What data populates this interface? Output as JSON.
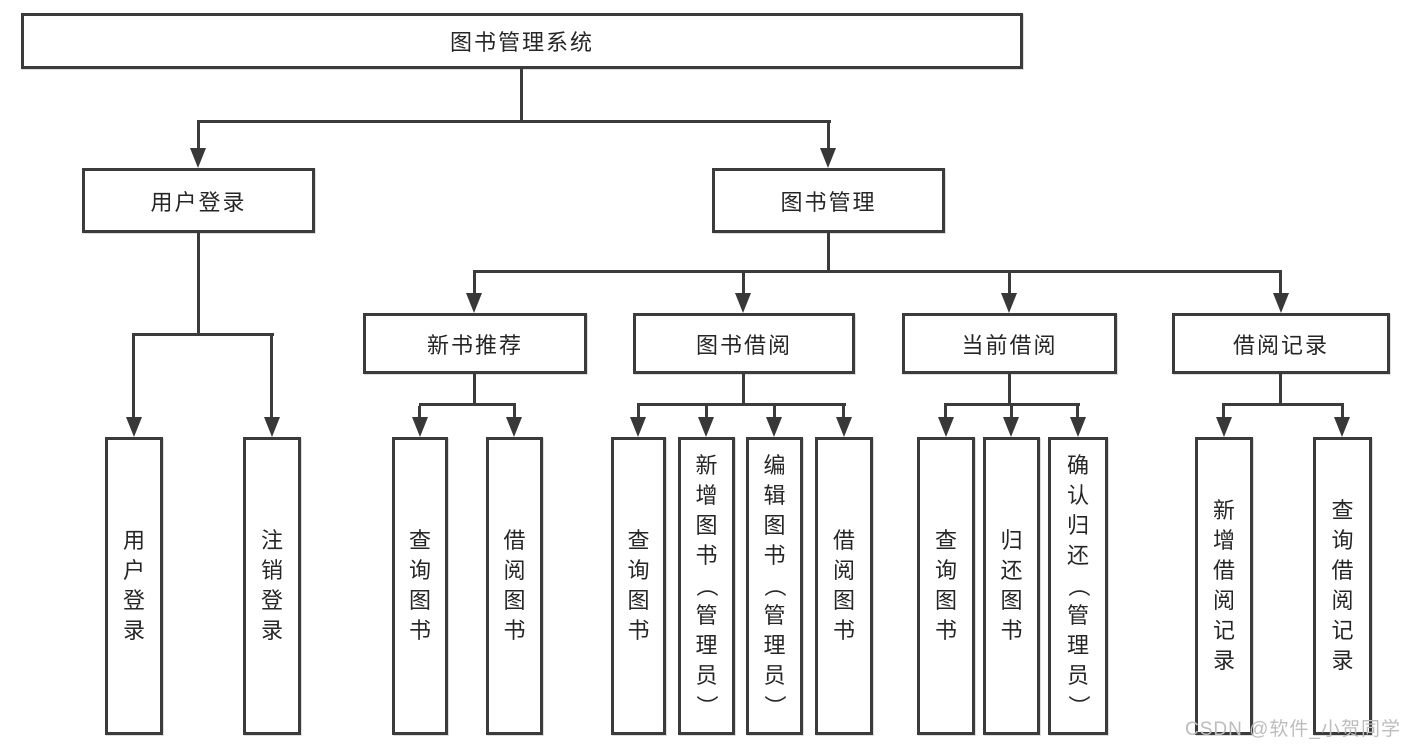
{
  "tree": {
    "label": "图书管理系统",
    "children": [
      {
        "label": "用户登录",
        "children": [
          {
            "label": "用户登录"
          },
          {
            "label": "注销登录"
          }
        ]
      },
      {
        "label": "图书管理",
        "children": [
          {
            "label": "新书推荐",
            "children": [
              {
                "label": "查询图书"
              },
              {
                "label": "借阅图书"
              }
            ]
          },
          {
            "label": "图书借阅",
            "children": [
              {
                "label": "查询图书"
              },
              {
                "label": "新增图书（管理员）"
              },
              {
                "label": "编辑图书（管理员）"
              },
              {
                "label": "借阅图书"
              }
            ]
          },
          {
            "label": "当前借阅",
            "children": [
              {
                "label": "查询图书"
              },
              {
                "label": "归还图书"
              },
              {
                "label": "确认归还（管理员）"
              }
            ]
          },
          {
            "label": "借阅记录",
            "children": [
              {
                "label": "新增借阅记录"
              },
              {
                "label": "查询借阅记录"
              }
            ]
          }
        ]
      }
    ]
  },
  "watermark": {
    "text": "CSDN @软件_小贺同学"
  },
  "colors": {
    "line": "#3b3b3b",
    "box_border": "#3b3b3b",
    "box_fill": "#ffffff",
    "text": "#262626",
    "watermark": "#bdbdbd",
    "background": "#ffffff"
  }
}
